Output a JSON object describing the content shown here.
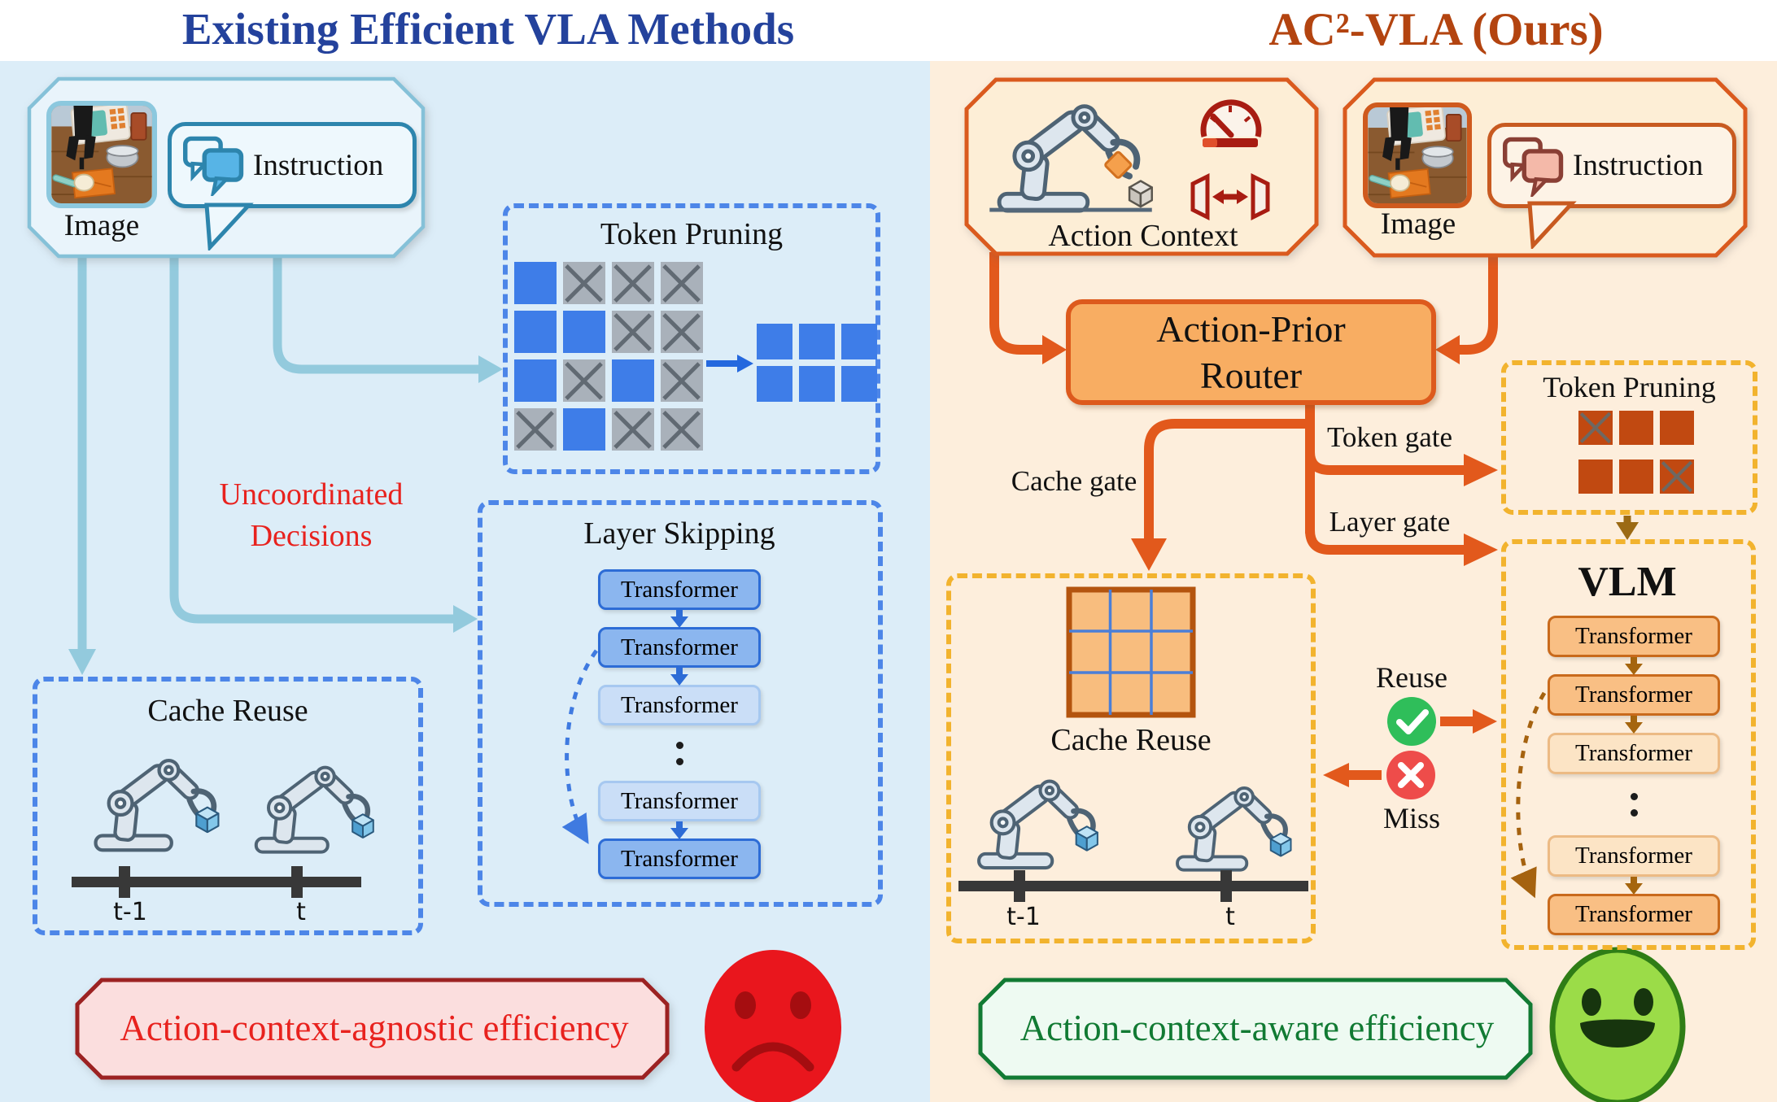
{
  "titles": {
    "left": "Existing Efficient VLA Methods",
    "right": "AC²-VLA (Ours)"
  },
  "left": {
    "input": {
      "image_label": "Image",
      "instruction_label": "Instruction"
    },
    "token_pruning": {
      "title": "Token Pruning",
      "grid": [
        [
          "b",
          "x",
          "x",
          "x"
        ],
        [
          "b",
          "b",
          "x",
          "x"
        ],
        [
          "b",
          "x",
          "b",
          "x"
        ],
        [
          "x",
          "b",
          "x",
          "x"
        ]
      ],
      "pruned": [
        [
          "b",
          "b",
          "b"
        ],
        [
          "b",
          "b",
          "b"
        ]
      ]
    },
    "warning": {
      "line1": "Uncoordinated",
      "line2": "Decisions"
    },
    "layer_skipping": {
      "title": "Layer Skipping",
      "layers": [
        {
          "label": "Transformer",
          "shade": "dark"
        },
        {
          "label": "Transformer",
          "shade": "dark"
        },
        {
          "label": "Transformer",
          "shade": "light"
        },
        {
          "shade": "dots"
        },
        {
          "label": "Transformer",
          "shade": "light"
        },
        {
          "label": "Transformer",
          "shade": "dark"
        }
      ]
    },
    "cache_reuse": {
      "title": "Cache Reuse",
      "tick_prev": "t-1",
      "tick_now": "t"
    },
    "verdict": "Action-context-agnostic efficiency"
  },
  "right": {
    "action_context": {
      "label": "Action Context"
    },
    "input": {
      "image_label": "Image",
      "instruction_label": "Instruction"
    },
    "router": {
      "line1": "Action-Prior",
      "line2": "Router"
    },
    "gates": {
      "cache": "Cache gate",
      "token": "Token gate",
      "layer": "Layer gate"
    },
    "token_pruning": {
      "title": "Token Pruning",
      "grid": [
        [
          "x",
          "b",
          "b"
        ],
        [
          "b",
          "b",
          "x"
        ]
      ]
    },
    "vlm": {
      "title": "VLM",
      "layers": [
        {
          "label": "Transformer",
          "shade": "dark"
        },
        {
          "label": "Transformer",
          "shade": "dark"
        },
        {
          "label": "Transformer",
          "shade": "light"
        },
        {
          "shade": "dots"
        },
        {
          "label": "Transformer",
          "shade": "light"
        },
        {
          "label": "Transformer",
          "shade": "dark"
        }
      ]
    },
    "cache_reuse": {
      "title": "Cache Reuse",
      "tick_prev": "t-1",
      "tick_now": "t"
    },
    "cache_check": {
      "reuse": "Reuse",
      "miss": "Miss"
    },
    "verdict": "Action-context-aware efficiency"
  },
  "icons": {
    "left_chat": "chat-bubbles-icon",
    "right_chat": "chat-bubbles-icon",
    "speedometer": "speedometer-icon",
    "distance": "distance-range-icon",
    "robot": "robot-arm-icon",
    "reuse": "check-circle-icon",
    "miss": "cross-circle-icon",
    "sad": "sad-face-icon",
    "happy": "smiley-face-icon"
  },
  "colors": {
    "left_bg": "#dcedf8",
    "right_bg": "#fdeedc",
    "left_title": "#24429c",
    "right_title": "#b34410",
    "left_accent": "#2d85ad",
    "left_arrow": "#93cadd",
    "dashed_blue": "#4d86e8",
    "token_blue": "#3e7de8",
    "warning_red": "#e8221e",
    "verdict_red_border": "#9c2222",
    "orange": "#e2591c",
    "gold_dashed": "#f2b32e",
    "router_fill": "#f8ad62",
    "token_orange": "#c14911",
    "reuse_green": "#2fbe5a",
    "miss_red": "#ee4c4a",
    "verdict_green": "#117a33",
    "sad_red": "#e9161d",
    "smiley_green": "#9bdc48"
  }
}
